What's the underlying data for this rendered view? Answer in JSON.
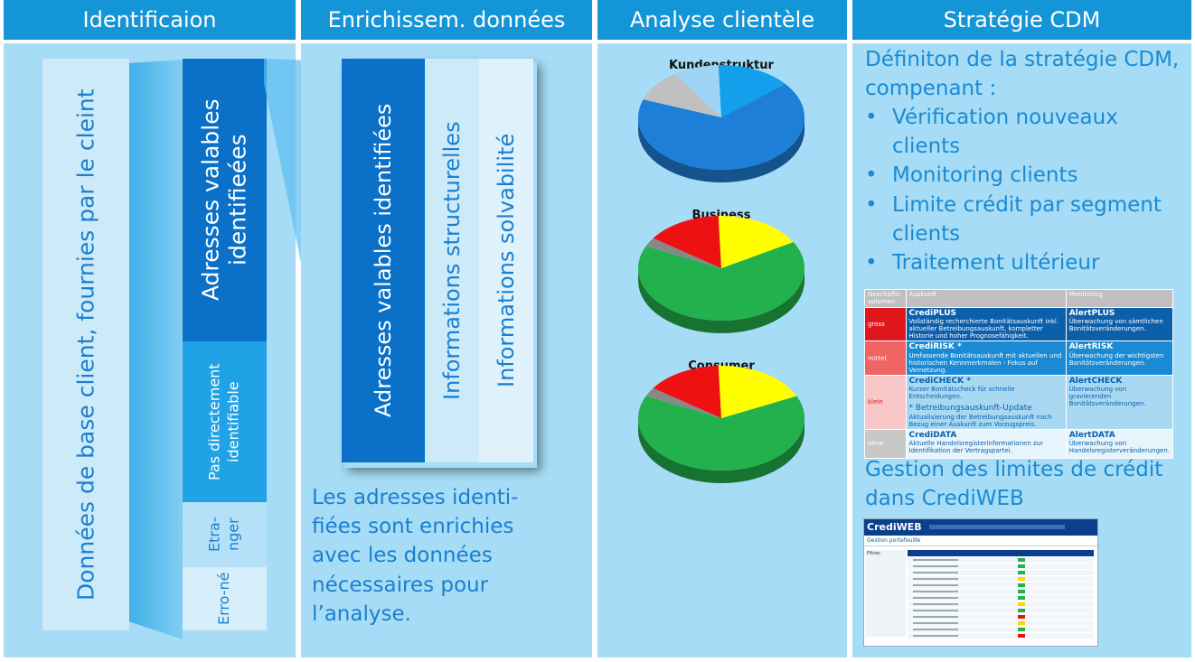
{
  "headers": {
    "col1": "Identificaion",
    "col2": "Enrichissem. données",
    "col3": "Analyse clientèle",
    "col4": "Stratégie CDM"
  },
  "identification": {
    "base_data": "Données de base client, fournies par le cleint",
    "valid": "Adresses valables identifieées",
    "not_direct": "Pas directement identifiable",
    "foreign": "Etra-nger",
    "erroneous": "Erro-né"
  },
  "enrichment": {
    "col_a": "Adresses valables identifiées",
    "col_b": "Informations structurelles",
    "col_c": "Informations solvabilité",
    "description": "Les adresses identi-fiées sont enrichies avec les données nécessaires pour l’analyse."
  },
  "analysis": {
    "pies": [
      {
        "title": "Kundenstruktur",
        "slices": [
          {
            "color": "#1e7fd8"
          },
          {
            "color": "#c0c0c0"
          },
          {
            "color": "#9ed4f5"
          },
          {
            "color": "#12a0ec"
          }
        ]
      },
      {
        "title": "Business",
        "slices": [
          {
            "color": "#22b14c"
          },
          {
            "color": "#888888"
          },
          {
            "color": "#ee1111"
          },
          {
            "color": "#ffff00"
          }
        ]
      },
      {
        "title": "Consumer",
        "slices": [
          {
            "color": "#22b14c"
          },
          {
            "color": "#888888"
          },
          {
            "color": "#ee1111"
          },
          {
            "color": "#ffff00"
          }
        ]
      }
    ]
  },
  "strategy": {
    "intro": "Définiton de la stratégie CDM, compenant :",
    "bullets": [
      "Vérification nouveaux clients",
      "Monitoring clients",
      "Limite crédit par segment clients",
      "Traitement ultérieur"
    ],
    "limits": "Gestion des limites de crédit dans CrediWEB"
  },
  "product_table": {
    "headers": [
      "Geschäfts-volumen",
      "Auskunft",
      "Monitoring"
    ],
    "rows": [
      {
        "volume": "gross",
        "product": "CrediPLUS",
        "product_desc": "Vollständig recherchierte Bonitätsauskunft inkl. aktueller Betreibungsauskunft, kompletter Historie und hoher Prognosefähigkeit.",
        "monitor": "AlertPLUS",
        "monitor_desc": "Überwachung von sämtlichen Bonitätsveränderungen."
      },
      {
        "volume": "mittel",
        "product": "CrediRISK *",
        "product_desc": "Umfassende Bonitätsauskunft mit aktuellen und historischen Kennmerkmalen - Fokus auf Vernetzung.",
        "monitor": "AlertRISK",
        "monitor_desc": "Überwachung der wichtigsten Bonitätsveränderungen."
      },
      {
        "volume": "klein",
        "product": "CrediCHECK *",
        "product_desc": "Kurzer Bonitätscheck für schnelle Entscheidungen.",
        "product2": "* Betreibungsauskunft-Update",
        "product2_desc": "Aktualisierung der Betreibungsauskunft nach Bezug einer Auskunft zum Vorzugspreis.",
        "monitor": "AlertCHECK",
        "monitor_desc": "Überwachung von gravierenden Bonitätsveränderungen."
      },
      {
        "volume": "ohne",
        "product": "CrediDATA",
        "product_desc": "Aktuelle Handelsregisterinformationen zur Identifikation der Vertragspartei.",
        "monitor": "AlertDATA",
        "monitor_desc": "Überwachung von Handelsregisterveränderungen."
      }
    ]
  },
  "crediweb": {
    "logo": "CrediWEB",
    "page_title": "Gestion portefeuille",
    "filter_title": "Filtres"
  }
}
